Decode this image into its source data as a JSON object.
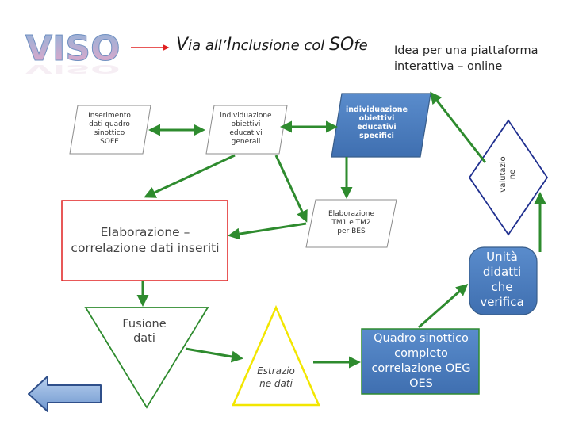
{
  "header": {
    "logo_text": "VISO",
    "subtitle": {
      "v": "V",
      "part1": "ia all’",
      "i": "I",
      "part2": "nclusione col ",
      "so": "SO",
      "part3": "fe"
    },
    "idea_note": "Idea per una piattaforma interattiva – online"
  },
  "diagram": {
    "nodes": {
      "inserimento": "Inserimento\ndati quadro\nsinottico\nSOFE",
      "obiettivi_generali": "individuazione\nobiettivi\neducativi\ngenerali",
      "obiettivi_specifici": "individuazione\nobiettivi\neducativi\nspecifici",
      "elaborazione_tm": "Elaborazione\nTM1 e TM2\nper BES",
      "elaborazione_correlazione": "Elaborazione –\ncorrelazione dati inseriti",
      "fusione": "Fusione\ndati",
      "estrazione": "Estrazio\nne dati",
      "quadro_sinottico": "Quadro sinottico\ncompleto\ncorrelazione OEG\nOES",
      "unita_didattiche": "Unità\ndidatti\nche\nverifica",
      "valutazione": "valutazio\nne"
    },
    "colors": {
      "arrow": "#2e8b2e",
      "blue_fill": "#4f81bd",
      "blue_border": "#385d8a",
      "red_border": "#e02020",
      "green_border": "#2e8b2e",
      "yellow_border": "#f2e600",
      "navy_border": "#1f2f8f"
    }
  },
  "navigation": {
    "back_icon": "left-arrow-icon"
  }
}
